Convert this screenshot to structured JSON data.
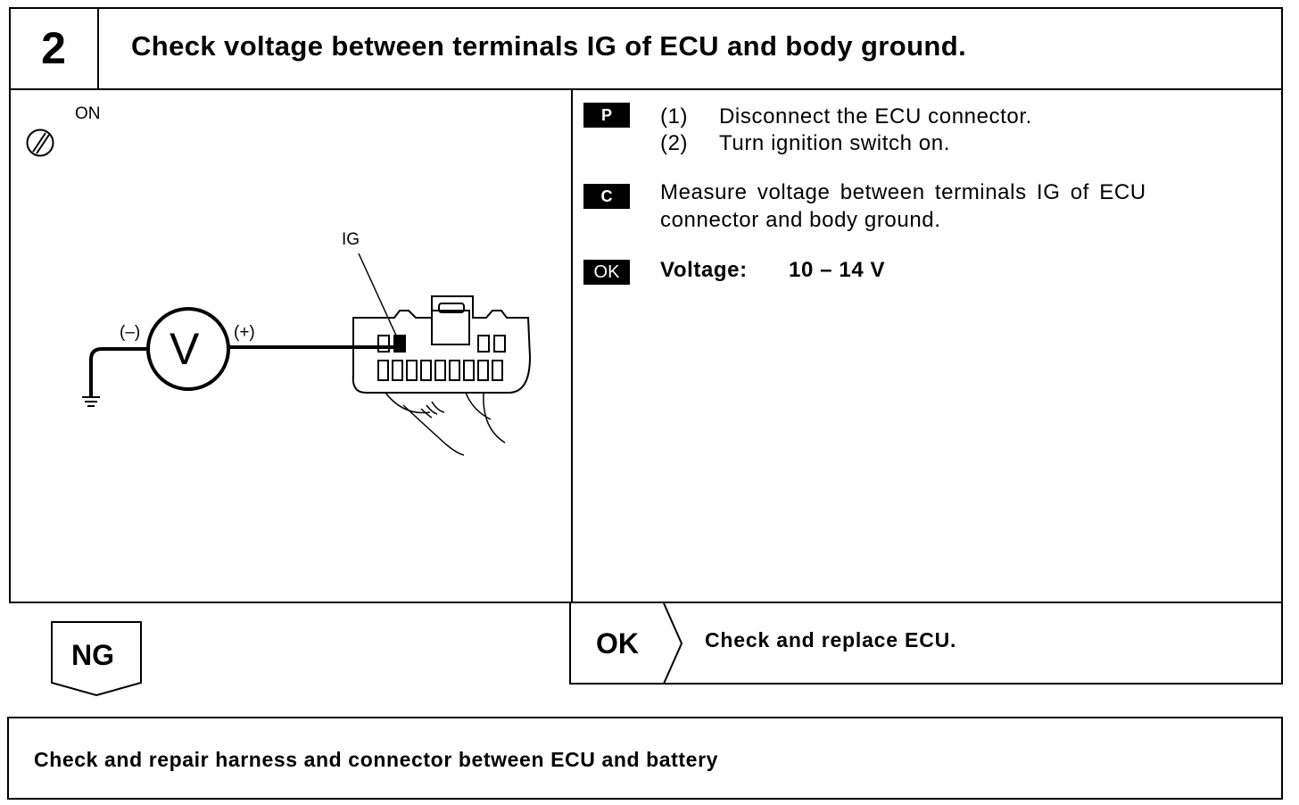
{
  "header": {
    "number": "2",
    "title": "Check voltage between terminals IG of ECU and body ground."
  },
  "diagram": {
    "ignition_label": "ON",
    "terminal_label": "IG",
    "meter_symbol": "V",
    "negative_label": "(–)",
    "positive_label": "(+)"
  },
  "procedure": {
    "prep_badge": "P",
    "prep_steps": [
      {
        "num": "(1)",
        "text": "Disconnect the ECU connector."
      },
      {
        "num": "(2)",
        "text": "Turn ignition switch on."
      }
    ],
    "check_badge": "C",
    "check_lines": [
      "Measure voltage between terminals IG of ECU",
      "connector and body ground."
    ],
    "ok_badge": "OK",
    "spec_label": "Voltage:",
    "spec_value": "10 – 14 V"
  },
  "results": {
    "ok_label": "OK",
    "ok_action": "Check and replace ECU.",
    "ng_label": "NG",
    "ng_action": "Check and repair harness and connector between ECU and battery"
  }
}
